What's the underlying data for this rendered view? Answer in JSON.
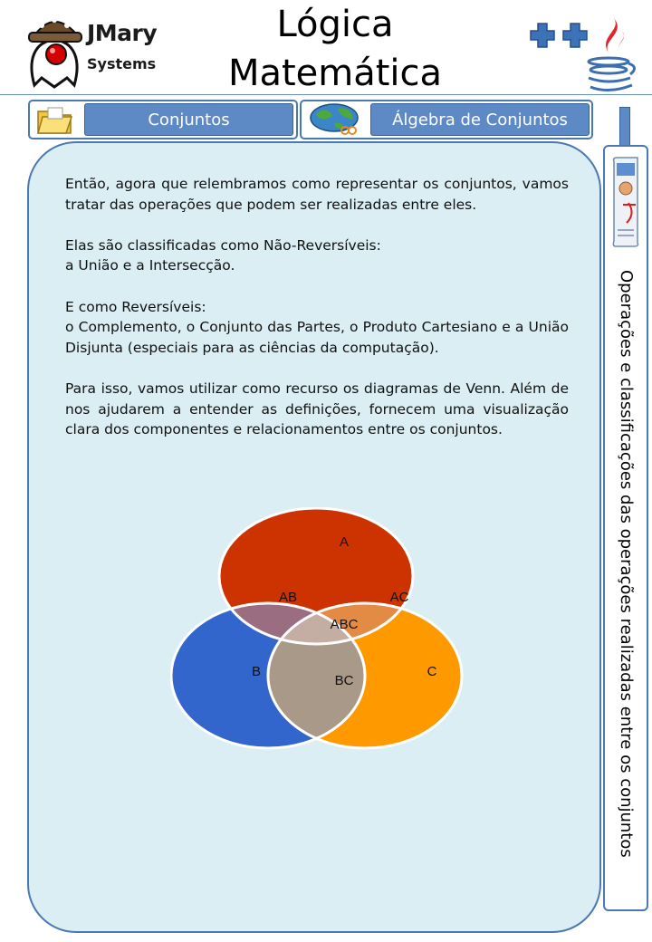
{
  "header": {
    "logo_line1": "JMary",
    "logo_line2": "Systems",
    "title_line1": "Lógica",
    "title_line2": "Matemática"
  },
  "tabs": [
    {
      "label": "Conjuntos",
      "icon": "folder-icon"
    },
    {
      "label": "Álgebra de Conjuntos",
      "icon": "globe-icon"
    }
  ],
  "side_panel": {
    "icon": "newspaper-icon",
    "text": "Operações e classificações das operações realizadas entre os conjuntos"
  },
  "content": {
    "paragraphs": [
      "Então, agora que relembramos como representar os conjuntos, vamos tratar das operações que podem ser realizadas entre eles.",
      "Elas são classificadas como Não-Reversíveis:\na União e a Intersecção.",
      "E como Reversíveis:\no Complemento, o Conjunto das Partes, o Produto Cartesiano e a União Disjunta (especiais para as ciências da computação).",
      "Para isso, vamos utilizar como recurso os diagramas de Venn. Além de nos ajudarem a entender as definições, fornecem uma visualização clara dos componentes e relacionamentos entre os conjuntos."
    ]
  },
  "venn": {
    "regions": {
      "A": "A",
      "B": "B",
      "C": "C",
      "AB": "AB",
      "AC": "AC",
      "BC": "BC",
      "ABC": "ABC"
    },
    "colors": {
      "A": "#cc3300",
      "B": "#3366cc",
      "C": "#ff9900",
      "AB": "#9b6d80",
      "AC": "#e38b45",
      "BC": "#a89989",
      "ABC": "#c4ada2"
    }
  }
}
